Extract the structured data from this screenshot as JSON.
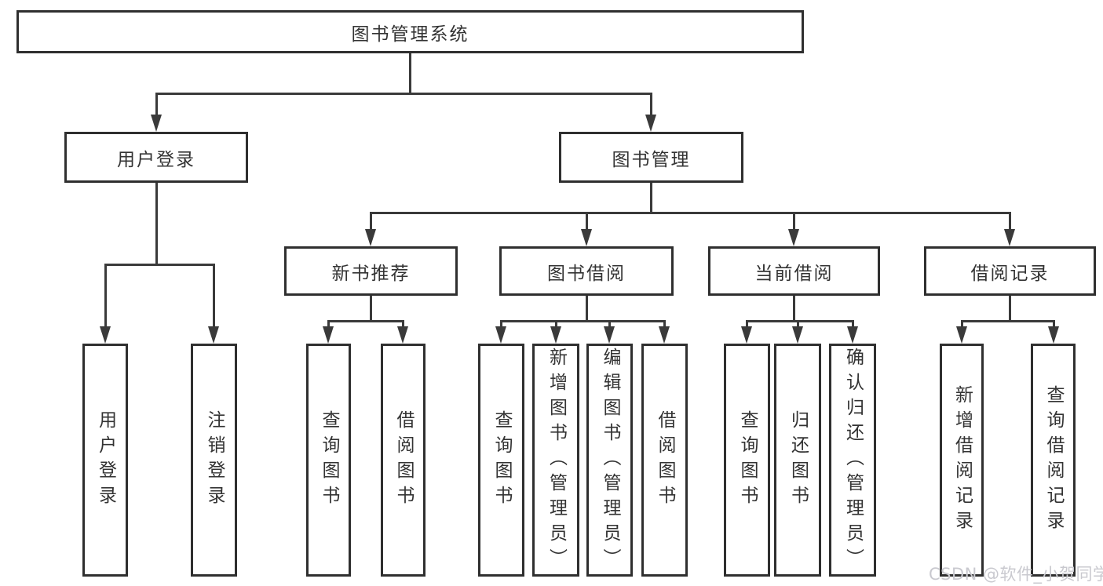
{
  "nodes": {
    "root": "图书管理系统",
    "user_login": "用户登录",
    "book_management": "图书管理",
    "new_book_recommend": "新书推荐",
    "book_borrowing": "图书借阅",
    "current_borrowing": "当前借阅",
    "borrowing_records": "借阅记录",
    "leaf_user_login": "用户登录",
    "leaf_logout": "注销登录",
    "leaf_rec_query_books": "查询图书",
    "leaf_rec_borrow_books": "借阅图书",
    "leaf_bor_query_books": "查询图书",
    "leaf_bor_add_books": "新增图书（管理员）",
    "leaf_bor_edit_books": "编辑图书（管理员）",
    "leaf_bor_borrow_books": "借阅图书",
    "leaf_cur_query_books": "查询图书",
    "leaf_cur_return_books": "归还图书",
    "leaf_cur_confirm_return": "确认归还（管理员）",
    "leaf_recs_add_record": "新增借阅记录",
    "leaf_recs_query_record": "查询借阅记录"
  },
  "watermark": "CSDN @软件_小贺同学",
  "colors": {
    "line-color": "#3a3a3a",
    "box-border-color": "#2f2f2f",
    "text-color": "#333333",
    "watermark-color": "#c9c9cf",
    "background-color": "#ffffff"
  }
}
